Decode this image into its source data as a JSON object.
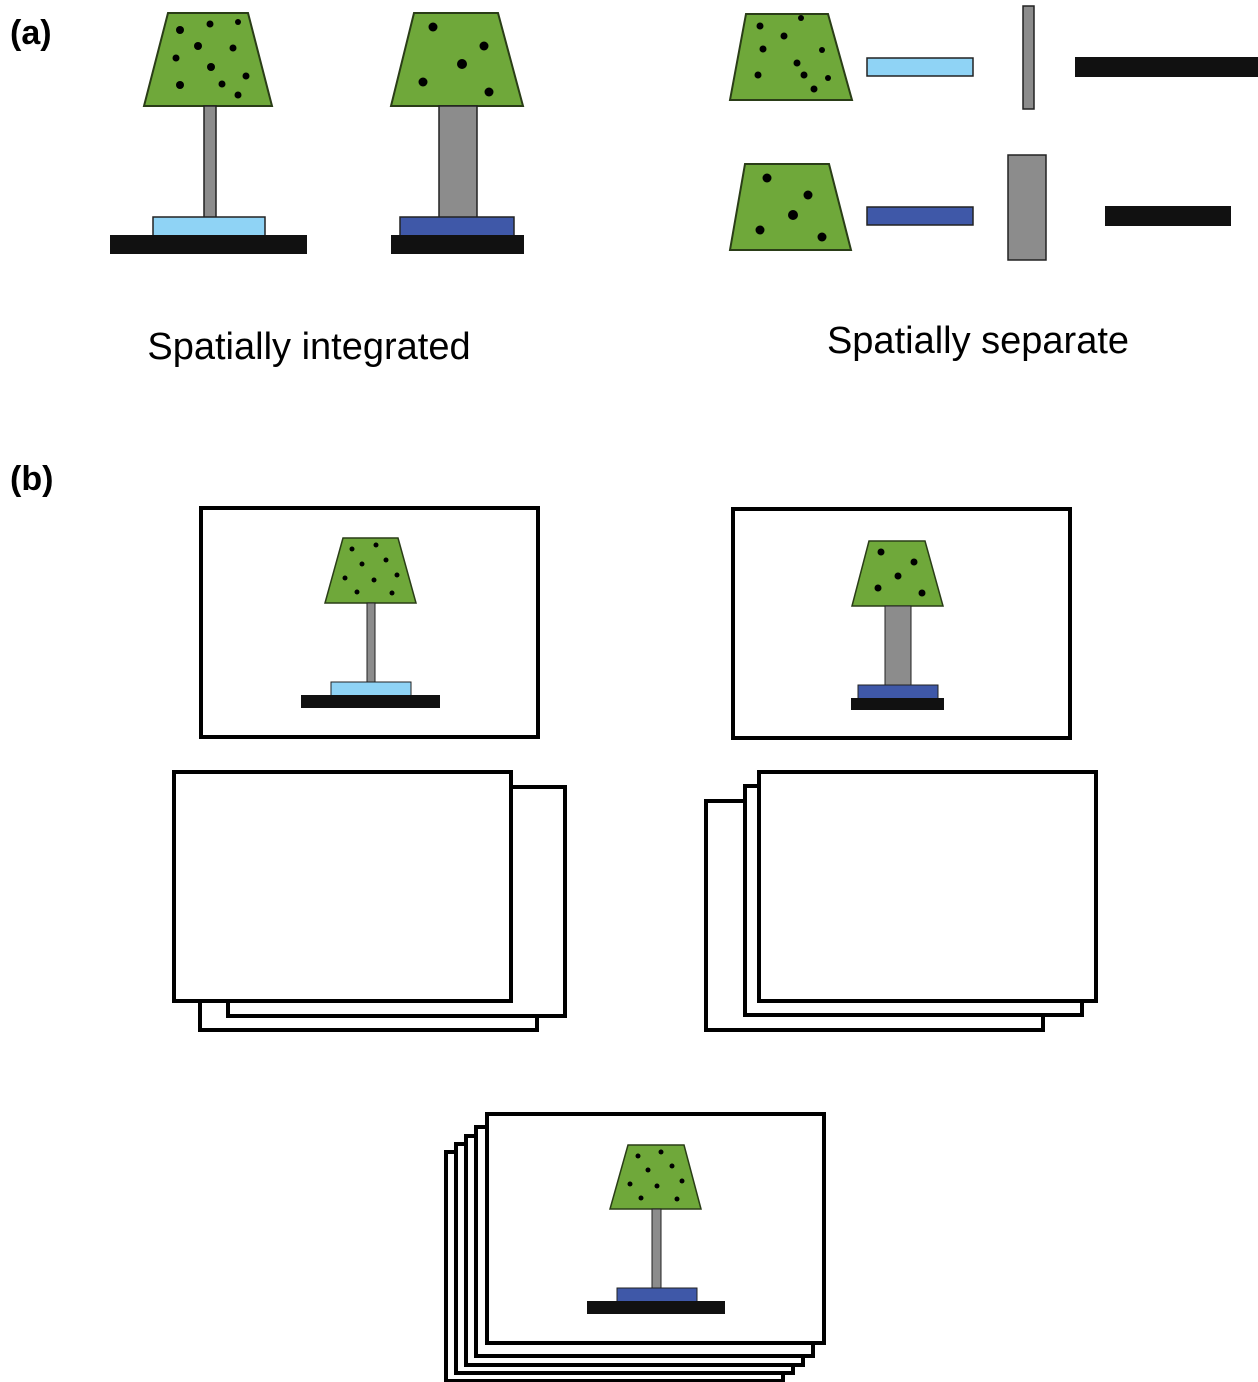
{
  "panel_a": {
    "label": "(a)",
    "left_caption": "Spatially integrated",
    "right_caption": "Spatially separate"
  },
  "panel_b": {
    "label": "(b)"
  },
  "colors": {
    "shade_green": "#6FA83A",
    "stem_gray": "#8C8C8C",
    "base_light_blue": "#8FD3F5",
    "base_dark_blue": "#3F58A8",
    "foot_black": "#111111",
    "outline": "#000000",
    "background": "#FFFFFF"
  },
  "icons": [
    "lamp-icon",
    "lampshade-icon",
    "stem-icon",
    "base-icon",
    "foot-icon",
    "card-stack-icon"
  ]
}
